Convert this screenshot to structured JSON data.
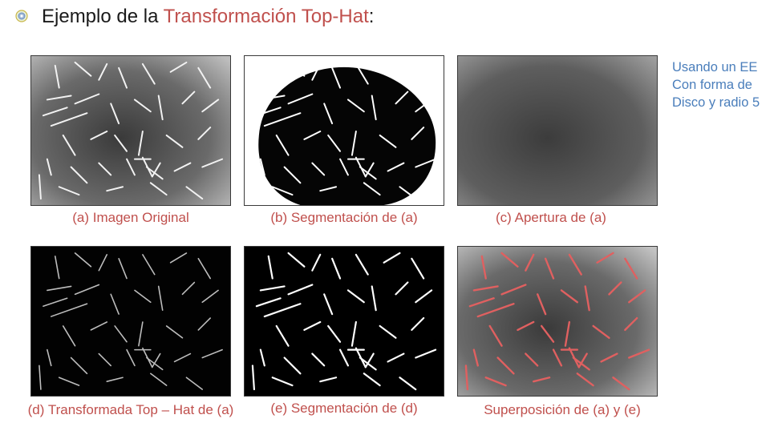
{
  "title": {
    "prefix": "Ejemplo de la ",
    "accent": "Transformación Top-Hat",
    "suffix": ":"
  },
  "note": [
    "Usando un EE",
    "Con forma de",
    "Disco y radio 5"
  ],
  "captions": {
    "a": "(a) Imagen Original",
    "b": "(b) Segmentación de (a)",
    "c": "(c) Apertura de (a)",
    "d": "(d) Transformada Top – Hat de (a)",
    "e": "(e) Segmentación de (d)",
    "f": "Superposición de (a) y (e)"
  },
  "colors": {
    "accent": "#c0504d",
    "note": "#4a7ebb",
    "overlay_streak": "#e06060"
  },
  "icons": {
    "bullet": "bullet-icon"
  }
}
